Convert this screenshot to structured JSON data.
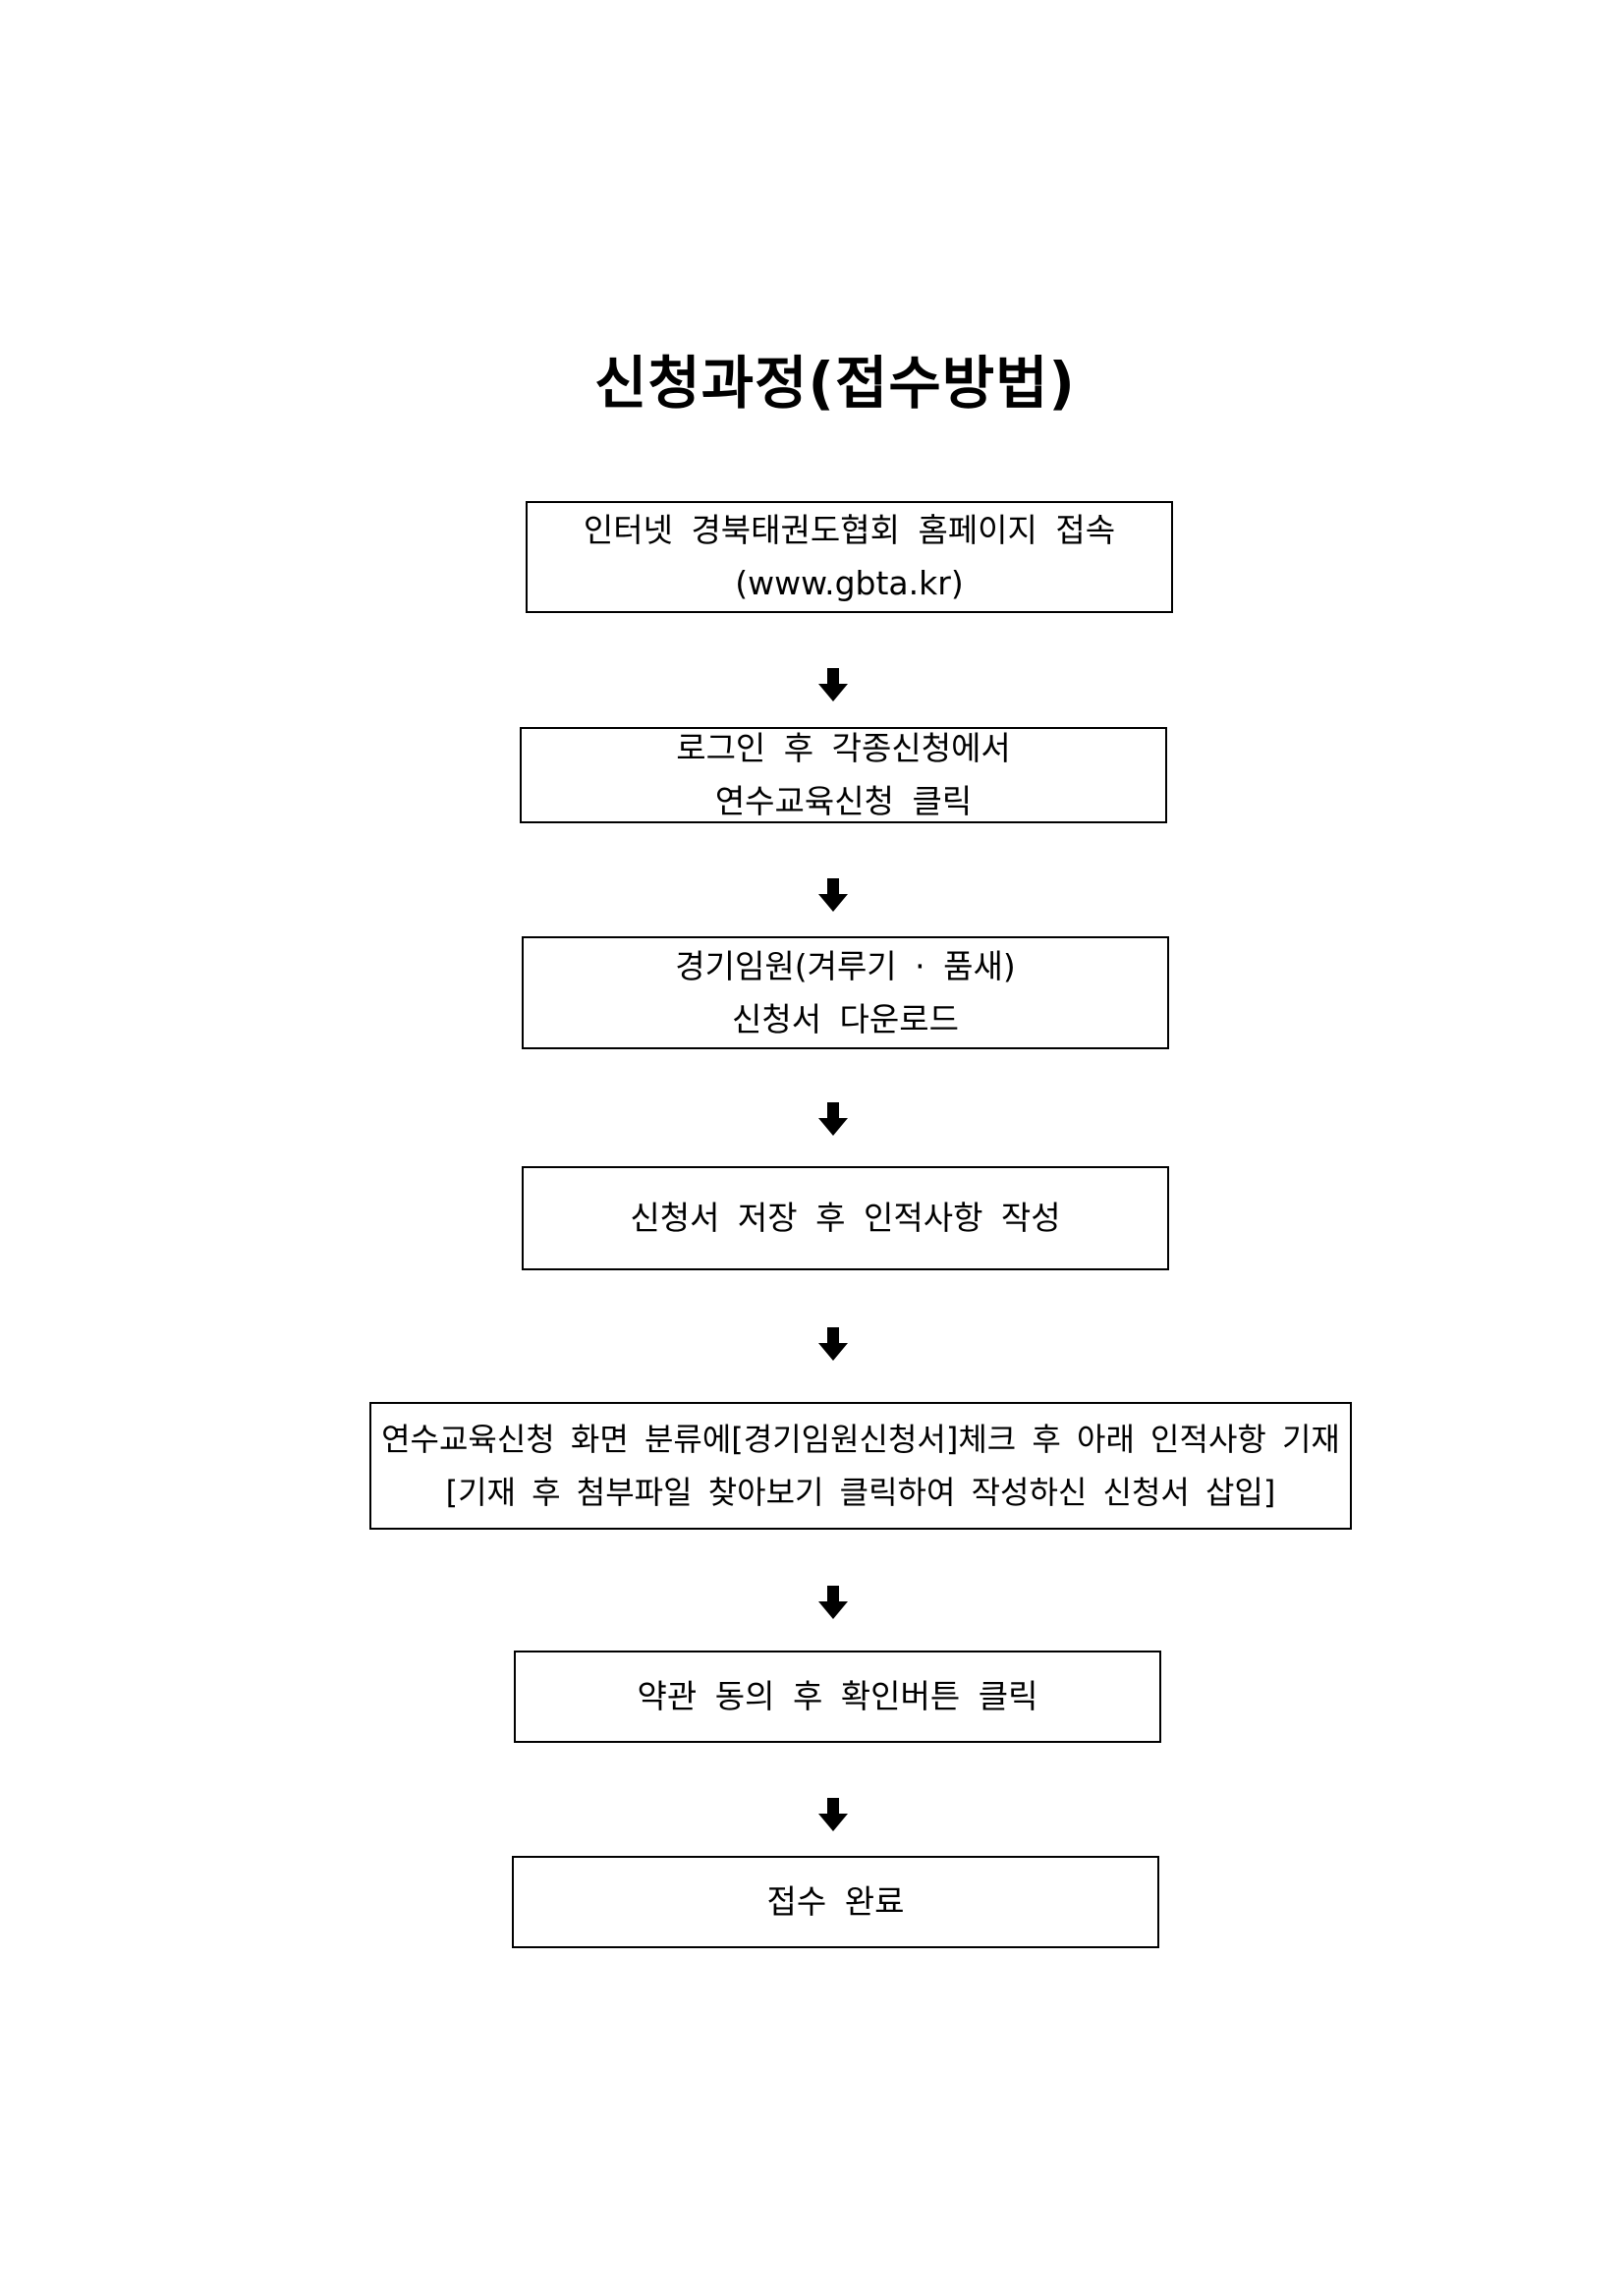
{
  "title": "신청과정(접수방법)",
  "steps": [
    {
      "line1": "인터넷 경북태권도협회 홈페이지 접속",
      "line2": "(www.gbta.kr)"
    },
    {
      "line1": "로그인 후 각종신청에서",
      "line2": "연수교육신청 클릭"
    },
    {
      "line1": "경기임원(겨루기 · 품새)",
      "line2": "신청서 다운로드"
    },
    {
      "line1": "신청서 저장 후 인적사항 작성"
    },
    {
      "line1": "연수교육신청 화면 분류에[경기임원신청서]체크 후 아래 인적사항 기재",
      "line2": "[기재 후 첨부파일 찾아보기 클릭하여 작성하신 신청서 삽입]"
    },
    {
      "line1": "약관 동의 후 확인버튼 클릭"
    },
    {
      "line1": "접수 완료"
    }
  ],
  "icons": {
    "arrow": "down-arrow-icon"
  }
}
